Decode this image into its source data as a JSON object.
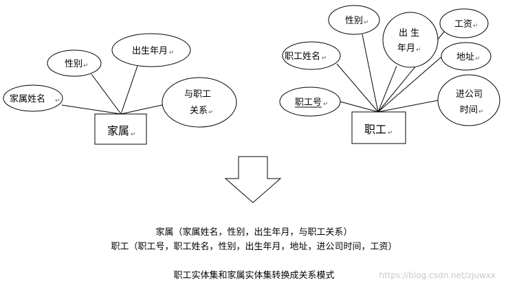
{
  "left_entity": {
    "name": "家属",
    "attributes": {
      "name": "家属姓名",
      "gender": "性别",
      "birth": "出生年月",
      "relation_l1": "与职工",
      "relation_l2": "关系"
    }
  },
  "right_entity": {
    "name": "职工",
    "attributes": {
      "id_key": "职工号",
      "name": "职工姓名",
      "gender": "性别",
      "birth_l1": "出 生",
      "birth_l2": "年月",
      "salary": "工资",
      "address": "地址",
      "hire_l1": "进公司",
      "hire_l2": "时间"
    }
  },
  "schemas": {
    "left": "家属（家属姓名，性别，出生年月，与职工关系）",
    "right": "职工（职工号，职工姓名，性别，出生年月，地址，进公司时间，工资）",
    "caption": "职工实体集和家属实体集转换成关系模式"
  },
  "paragraph_mark": "↵",
  "watermark": "https://blog.csdn.net/zjuwxx"
}
